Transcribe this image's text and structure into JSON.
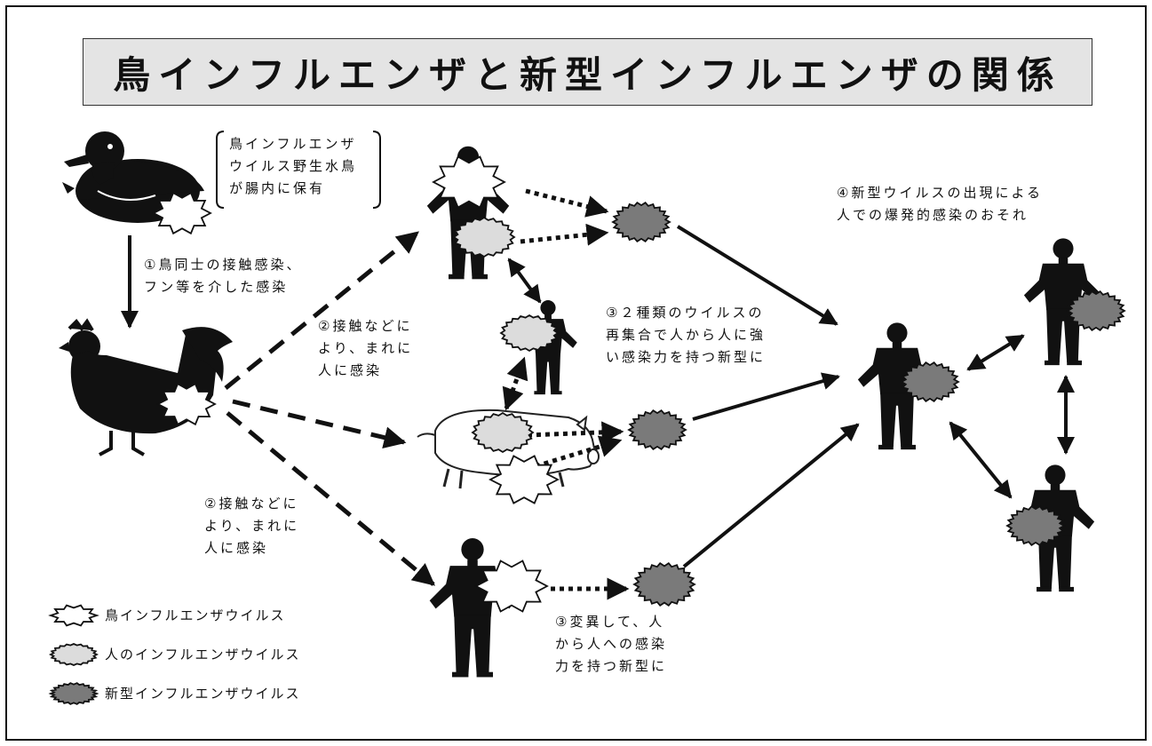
{
  "title": "鳥インフルエンザと新型インフルエンザの関係",
  "notes": {
    "wild_bird": [
      "鳥インフルエンザ",
      "ウイルス野生水鳥",
      "が腸内に保有"
    ],
    "step1": [
      "①鳥同士の接触感染、",
      "フン等を介した感染"
    ],
    "step2_upper": [
      "②接触などに",
      "より、まれに",
      "人に感染"
    ],
    "step2_lower": [
      "②接触などに",
      "より、まれに",
      "人に感染"
    ],
    "step3_reassort": [
      "③２種類のウイルスの",
      "再集合で人から人に強",
      "い感染力を持つ新型に"
    ],
    "step3_mutate": [
      "③変異して、人",
      "から人への感染",
      "力を持つ新型に"
    ],
    "step4": [
      "④新型ウイルスの出現による",
      "人での爆発的感染のおそれ"
    ]
  },
  "legend": {
    "avian": "鳥インフルエンザウイルス",
    "human": "人のインフルエンザウイルス",
    "novel": "新型インフルエンザウイルス"
  },
  "colors": {
    "ink": "#111111",
    "title_bg": "#e4e4e4",
    "avian_fill": "#ffffff",
    "human_fill": "#dcdcdc",
    "novel_fill": "#7a7a7a"
  }
}
